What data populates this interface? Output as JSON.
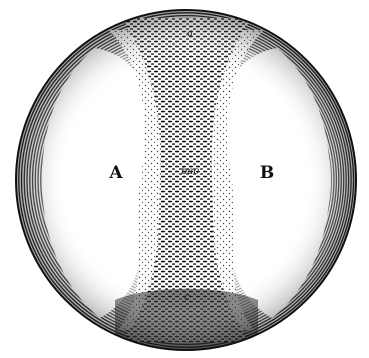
{
  "labels": {
    "left": "A",
    "right": "B",
    "top": "a",
    "center": "bac",
    "bottom": "c"
  },
  "colors": {
    "ink": "#111111",
    "paper": "#ffffff"
  }
}
